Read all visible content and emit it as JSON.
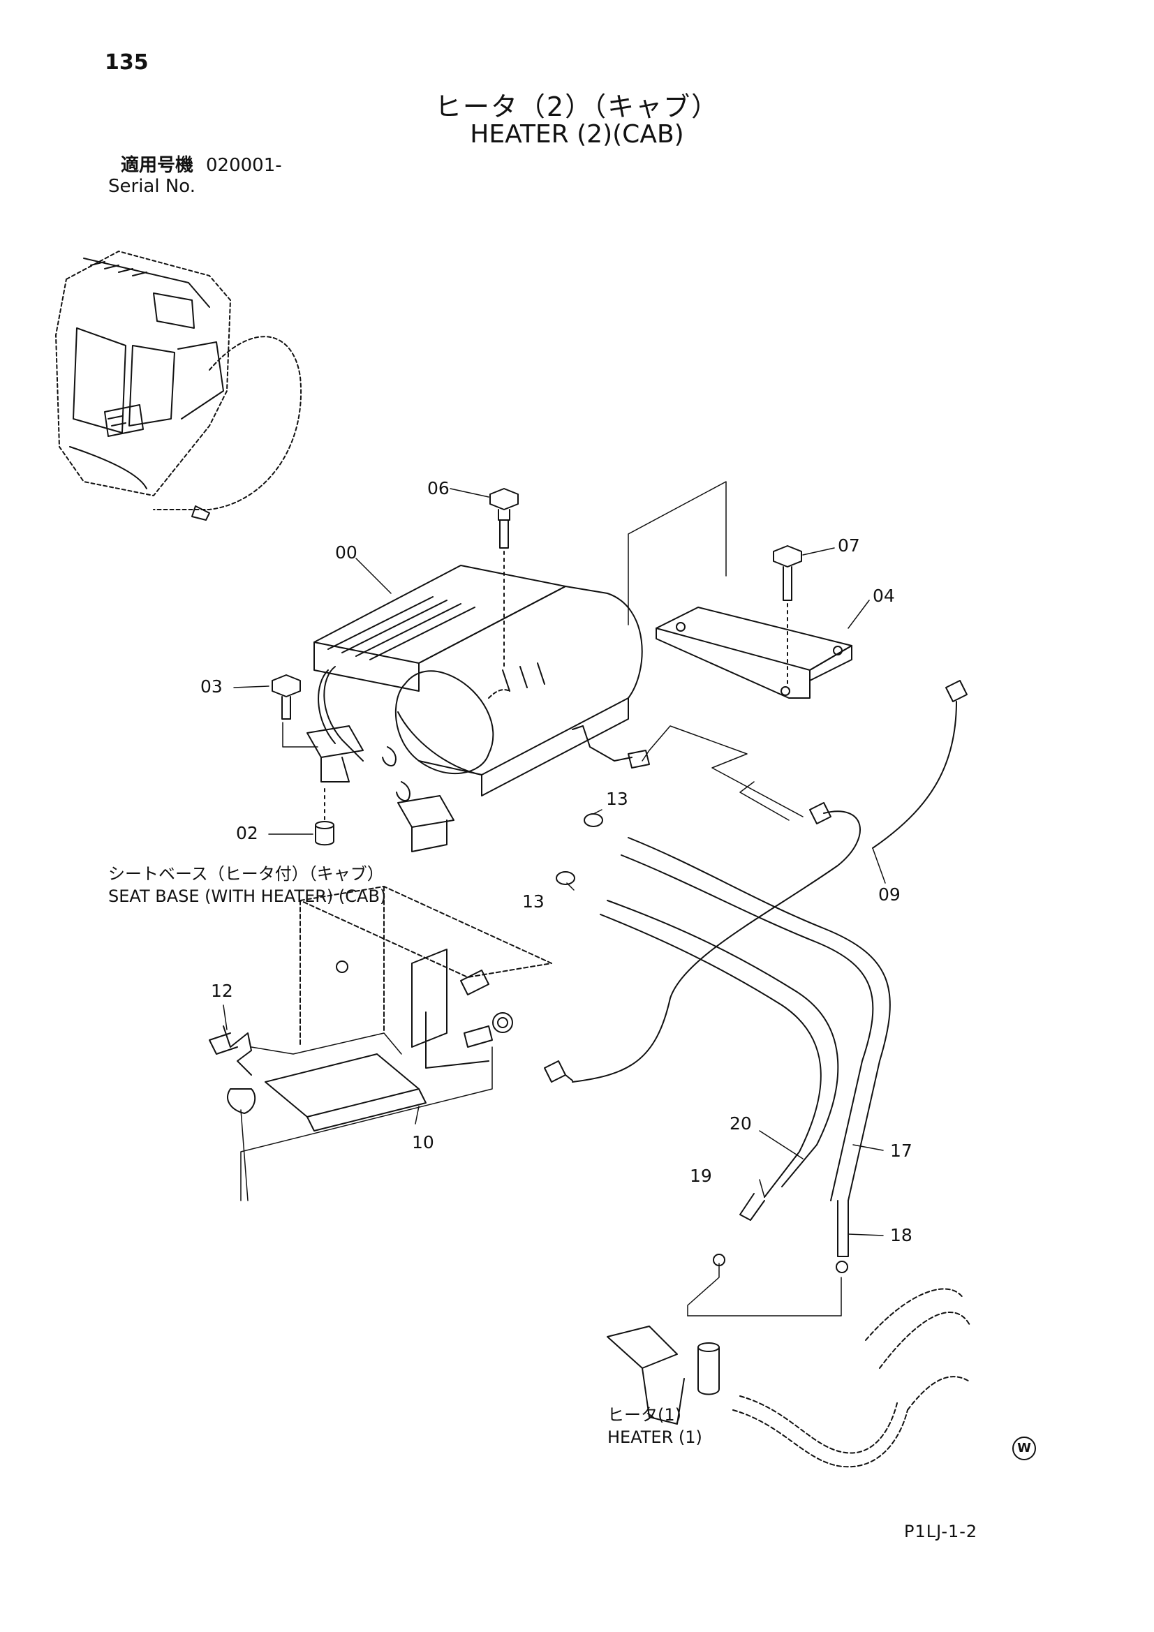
{
  "page_number": "135",
  "title": {
    "jp": "ヒータ（2）（キャブ）",
    "en": "HEATER (2)(CAB)"
  },
  "serial": {
    "label_jp": "適用号機",
    "value": "020001-",
    "label_en": "Serial No."
  },
  "callouts": [
    {
      "label": "06"
    },
    {
      "label": "07"
    },
    {
      "label": "00"
    },
    {
      "label": "04"
    },
    {
      "label": "03"
    },
    {
      "label": "13"
    },
    {
      "label": "02"
    },
    {
      "label": "13"
    },
    {
      "label": "09"
    },
    {
      "label": "12"
    },
    {
      "label": "10"
    },
    {
      "label": "20"
    },
    {
      "label": "17"
    },
    {
      "label": "19"
    },
    {
      "label": "18"
    }
  ],
  "captions": {
    "seat_base_jp": "シートベース（ヒータ付）（キャブ）",
    "seat_base_en": "SEAT BASE (WITH HEATER) (CAB)",
    "heater1_jp": "ヒータ(1)",
    "heater1_en": "HEATER (1)"
  },
  "watermark": "W",
  "drawing_code": "P1LJ-1-2"
}
